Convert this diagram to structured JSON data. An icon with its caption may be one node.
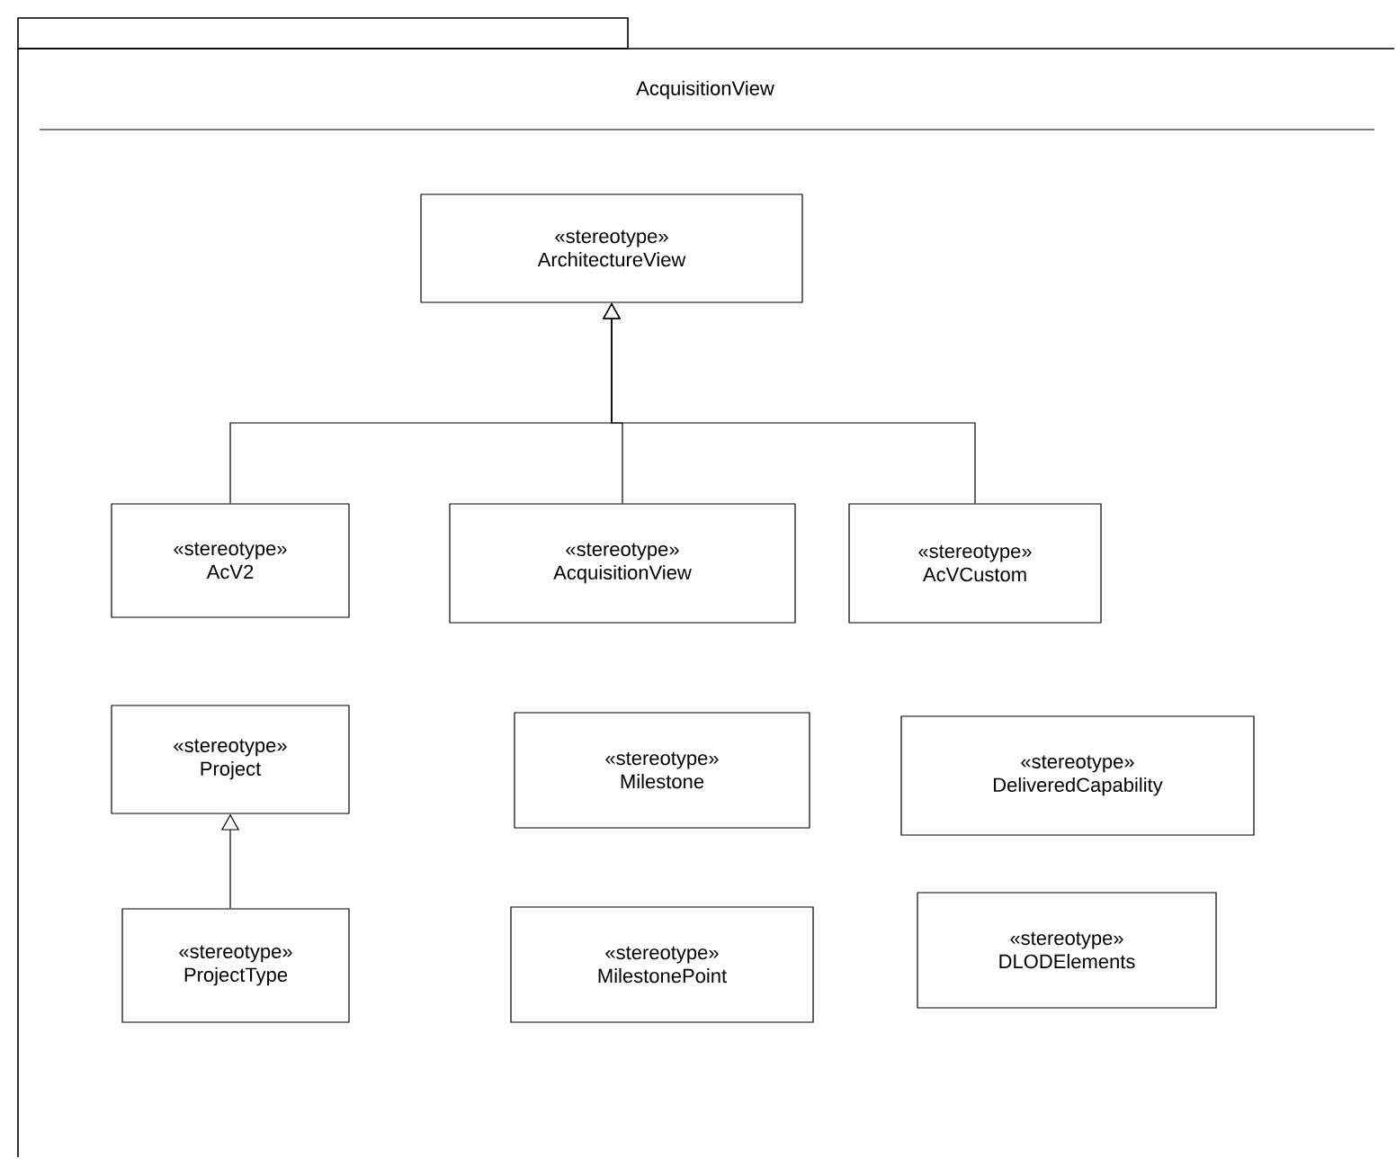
{
  "diagram": {
    "nodes": [
      {
        "text": [
          "AcquisitionView"
        ]
      },
      {
        "text": [
          "«stereotype»",
          "ArchitectureView"
        ],
        "in": 0
      },
      {
        "text": [
          "«stereotype»",
          "AcV2"
        ],
        "in": 0
      },
      {
        "text": [
          "«stereotype»",
          "AcquisitionView"
        ],
        "in": 0
      },
      {
        "text": [
          "«stereotype»",
          "AcVCustom"
        ],
        "in": 0
      },
      {
        "text": [
          "«stereotype»",
          "Project"
        ],
        "in": 0
      },
      {
        "text": [
          "«stereotype»",
          "Milestone"
        ],
        "in": 0
      },
      {
        "text": [
          "«stereotype»",
          "DeliveredCapability"
        ],
        "in": 0
      },
      {
        "text": [
          "«stereotype»",
          "ProjectType"
        ],
        "in": 0
      },
      {
        "text": [
          "«stereotype»",
          "MilestonePoint"
        ],
        "in": 0
      },
      {
        "text": [
          "«stereotype»",
          "DLODElements"
        ],
        "in": 0
      }
    ],
    "edges": [
      {
        "from": 2,
        "to": 1,
        "arrow": "to"
      },
      {
        "from": 3,
        "to": 1,
        "arrow": "to"
      },
      {
        "from": 4,
        "to": 1,
        "arrow": "to"
      },
      {
        "from": 8,
        "to": 5,
        "arrow": "to"
      }
    ]
  }
}
